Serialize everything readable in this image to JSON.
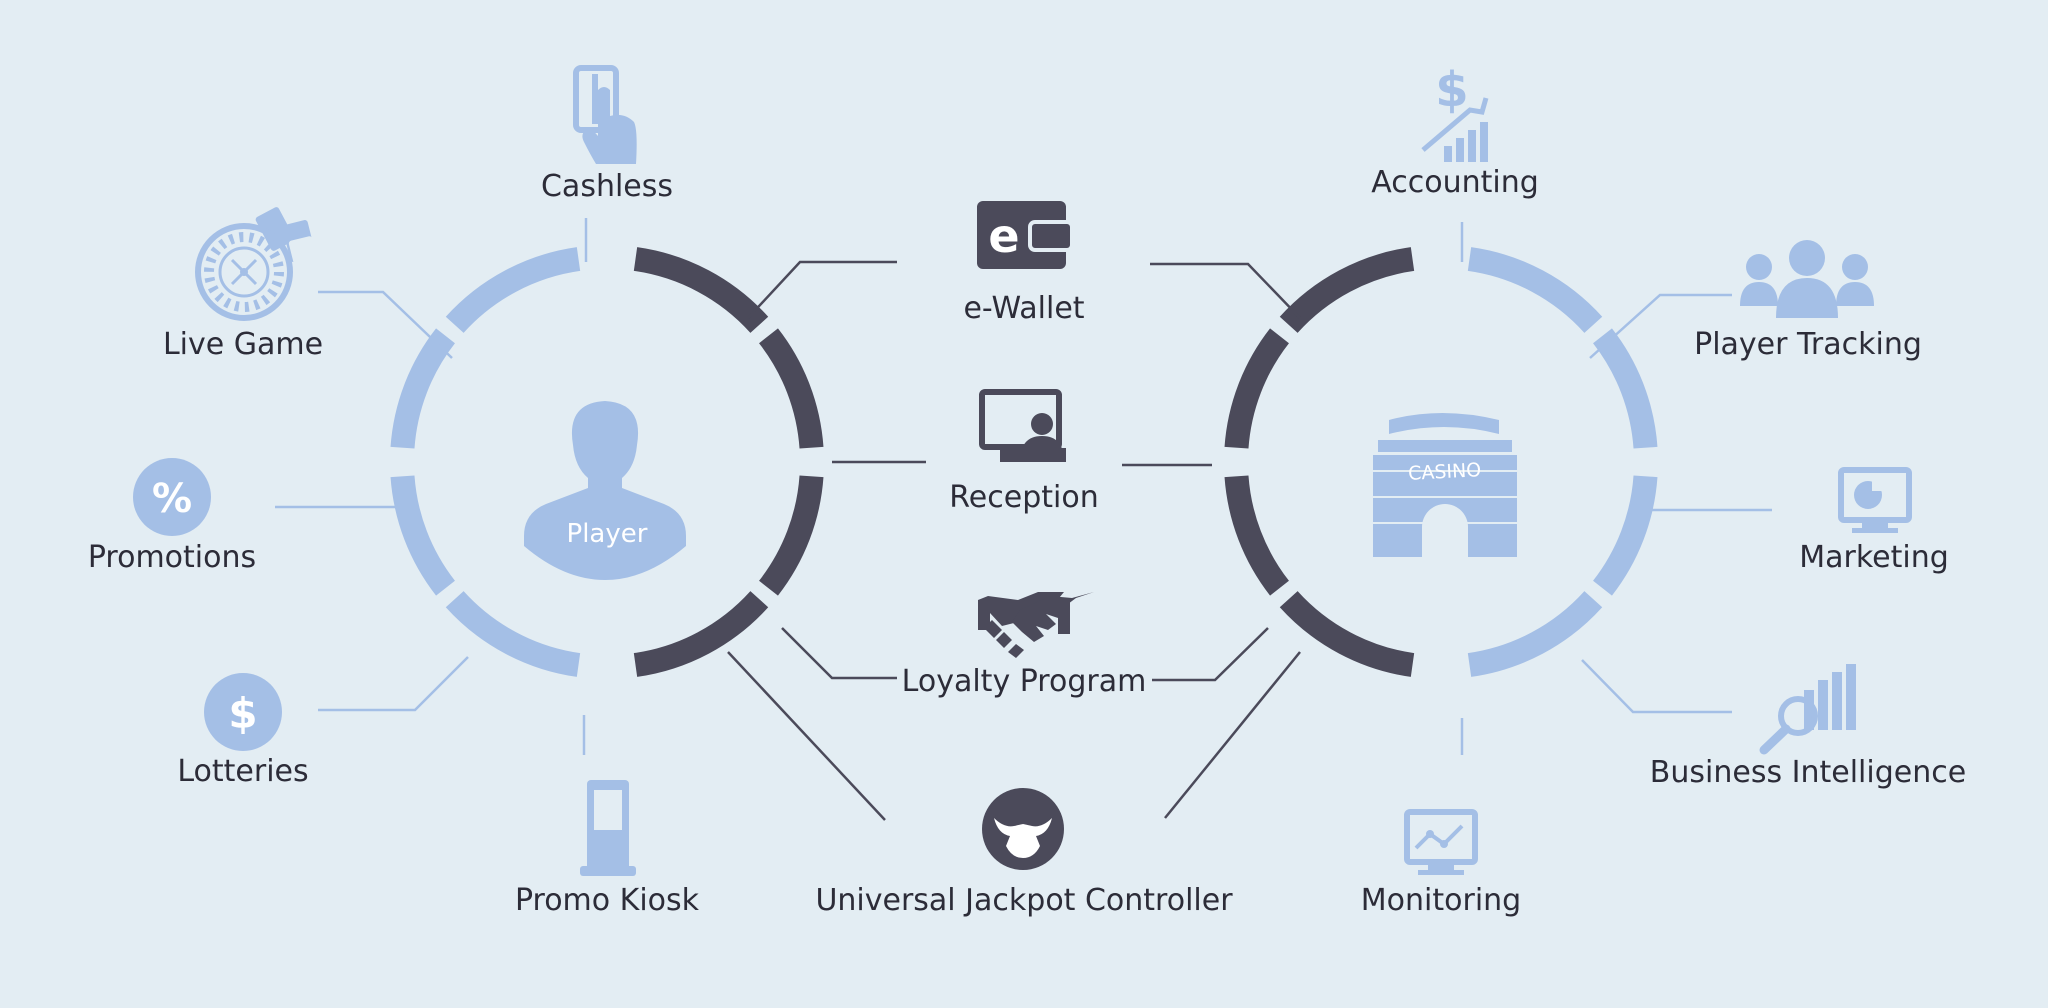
{
  "colors": {
    "background": "#e3edf3",
    "light_blue": "#a4bfe6",
    "dark_slate": "#4b4a5a",
    "text": "#2c2c38"
  },
  "player_hub": {
    "label": "Player",
    "spokes": [
      {
        "label": "Cashless",
        "icon": "card-hand-icon"
      },
      {
        "label": "Live Game",
        "icon": "roulette-cards-icon"
      },
      {
        "label": "Promotions",
        "icon": "percent-icon"
      },
      {
        "label": "Lotteries",
        "icon": "dollar-circle-icon"
      },
      {
        "label": "Promo Kiosk",
        "icon": "kiosk-icon"
      }
    ]
  },
  "shared_services": [
    {
      "label": "e-Wallet",
      "icon": "ewallet-icon"
    },
    {
      "label": "Reception",
      "icon": "reception-monitor-icon"
    },
    {
      "label": "Loyalty Program",
      "icon": "handshake-icon"
    },
    {
      "label": "Universal Jackpot Controller",
      "icon": "bull-logo-icon"
    }
  ],
  "casino_hub": {
    "label": "CASINO",
    "spokes": [
      {
        "label": "Accounting",
        "icon": "dollar-growth-icon"
      },
      {
        "label": "Player Tracking",
        "icon": "people-group-icon"
      },
      {
        "label": "Marketing",
        "icon": "pie-monitor-icon"
      },
      {
        "label": "Business Intelligence",
        "icon": "magnifier-bars-icon"
      },
      {
        "label": "Monitoring",
        "icon": "line-monitor-icon"
      }
    ]
  }
}
